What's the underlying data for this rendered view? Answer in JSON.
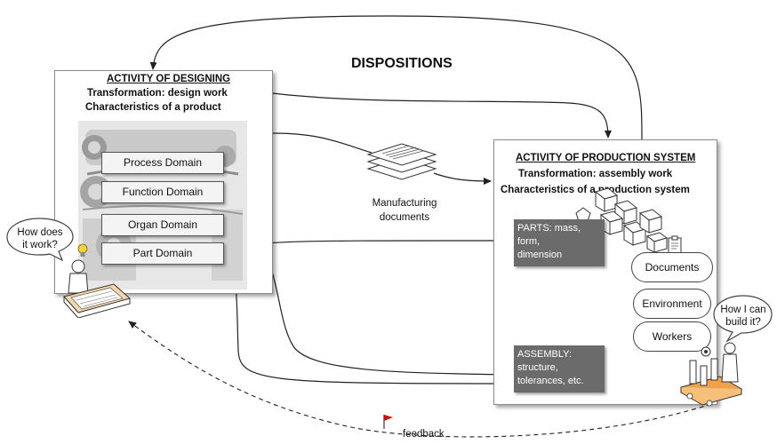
{
  "header": {
    "title": "DISPOSITIONS"
  },
  "design_activity": {
    "title": "ACTIVITY OF DESIGNING",
    "line1": "Transformation: design work",
    "line2": "Characteristics of a product",
    "domains": [
      "Process Domain",
      "Function Domain",
      "Organ Domain",
      "Part Domain"
    ]
  },
  "production_activity": {
    "title": "ACTIVITY OF PRODUCTION SYSTEM",
    "line1": "Transformation: assembly work",
    "line2": "Characteristics of a production system",
    "parts_lines": [
      "PARTS: mass,",
      "form,",
      "dimension"
    ],
    "assembly_lines": [
      "ASSEMBLY:",
      "structure,",
      "tolerances, etc."
    ],
    "resources": [
      "Documents",
      "Environment",
      "Workers"
    ]
  },
  "documents_label": [
    "Manufacturing",
    "documents"
  ],
  "designer_bubble": [
    "How does",
    "it work?"
  ],
  "worker_bubble": [
    "How I can",
    "build it?"
  ],
  "feedback_label": "feedback",
  "colors": {
    "dark_box": "#6b6b6b",
    "flag": "#cc1111",
    "accent_yellow": "#f2d13a",
    "desk": "#f0a24a"
  }
}
